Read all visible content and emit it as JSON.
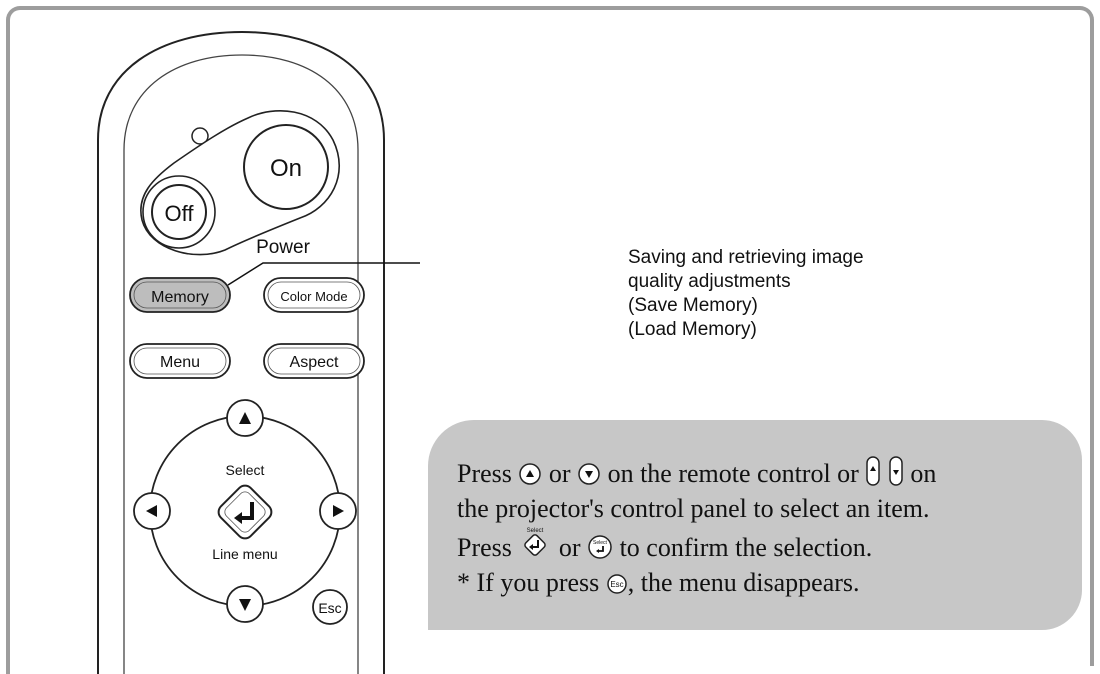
{
  "remote": {
    "power_on_label": "On",
    "power_off_label": "Off",
    "power_label": "Power",
    "memory_label": "Memory",
    "color_mode_label": "Color Mode",
    "menu_label": "Menu",
    "aspect_label": "Aspect",
    "select_label": "Select",
    "line_menu_label": "Line menu",
    "esc_label": "Esc"
  },
  "callout": {
    "line1": "Saving and retrieving image",
    "line2": "quality adjustments",
    "line3": "(Save Memory)",
    "line4": "(Load Memory)"
  },
  "instructions": {
    "l1_press": "Press ",
    "l1_or": " or ",
    "l1_mid": " on the remote control or ",
    "l1_on": " on",
    "l2": "the projector's control panel to select an item.",
    "l3_press": "Press ",
    "l3_or": " or ",
    "l3_end": " to confirm the selection.",
    "l4_start": "* If you press ",
    "l4_end": ", the menu disappears."
  },
  "icons": {
    "up_button": "up-arrow-round-icon",
    "down_button": "down-arrow-round-icon",
    "panel_up": "panel-up-key-icon",
    "panel_down": "panel-down-key-icon",
    "select_remote": "select-diamond-icon",
    "select_panel": "select-round-icon",
    "esc": "esc-round-icon"
  },
  "icon_text": {
    "select_small": "Select",
    "esc_small": "Esc"
  },
  "colors": {
    "panel_bg": "#c7c7c7",
    "frame_border": "#9d9d9d",
    "memory_highlight": "#bdbdbd"
  }
}
